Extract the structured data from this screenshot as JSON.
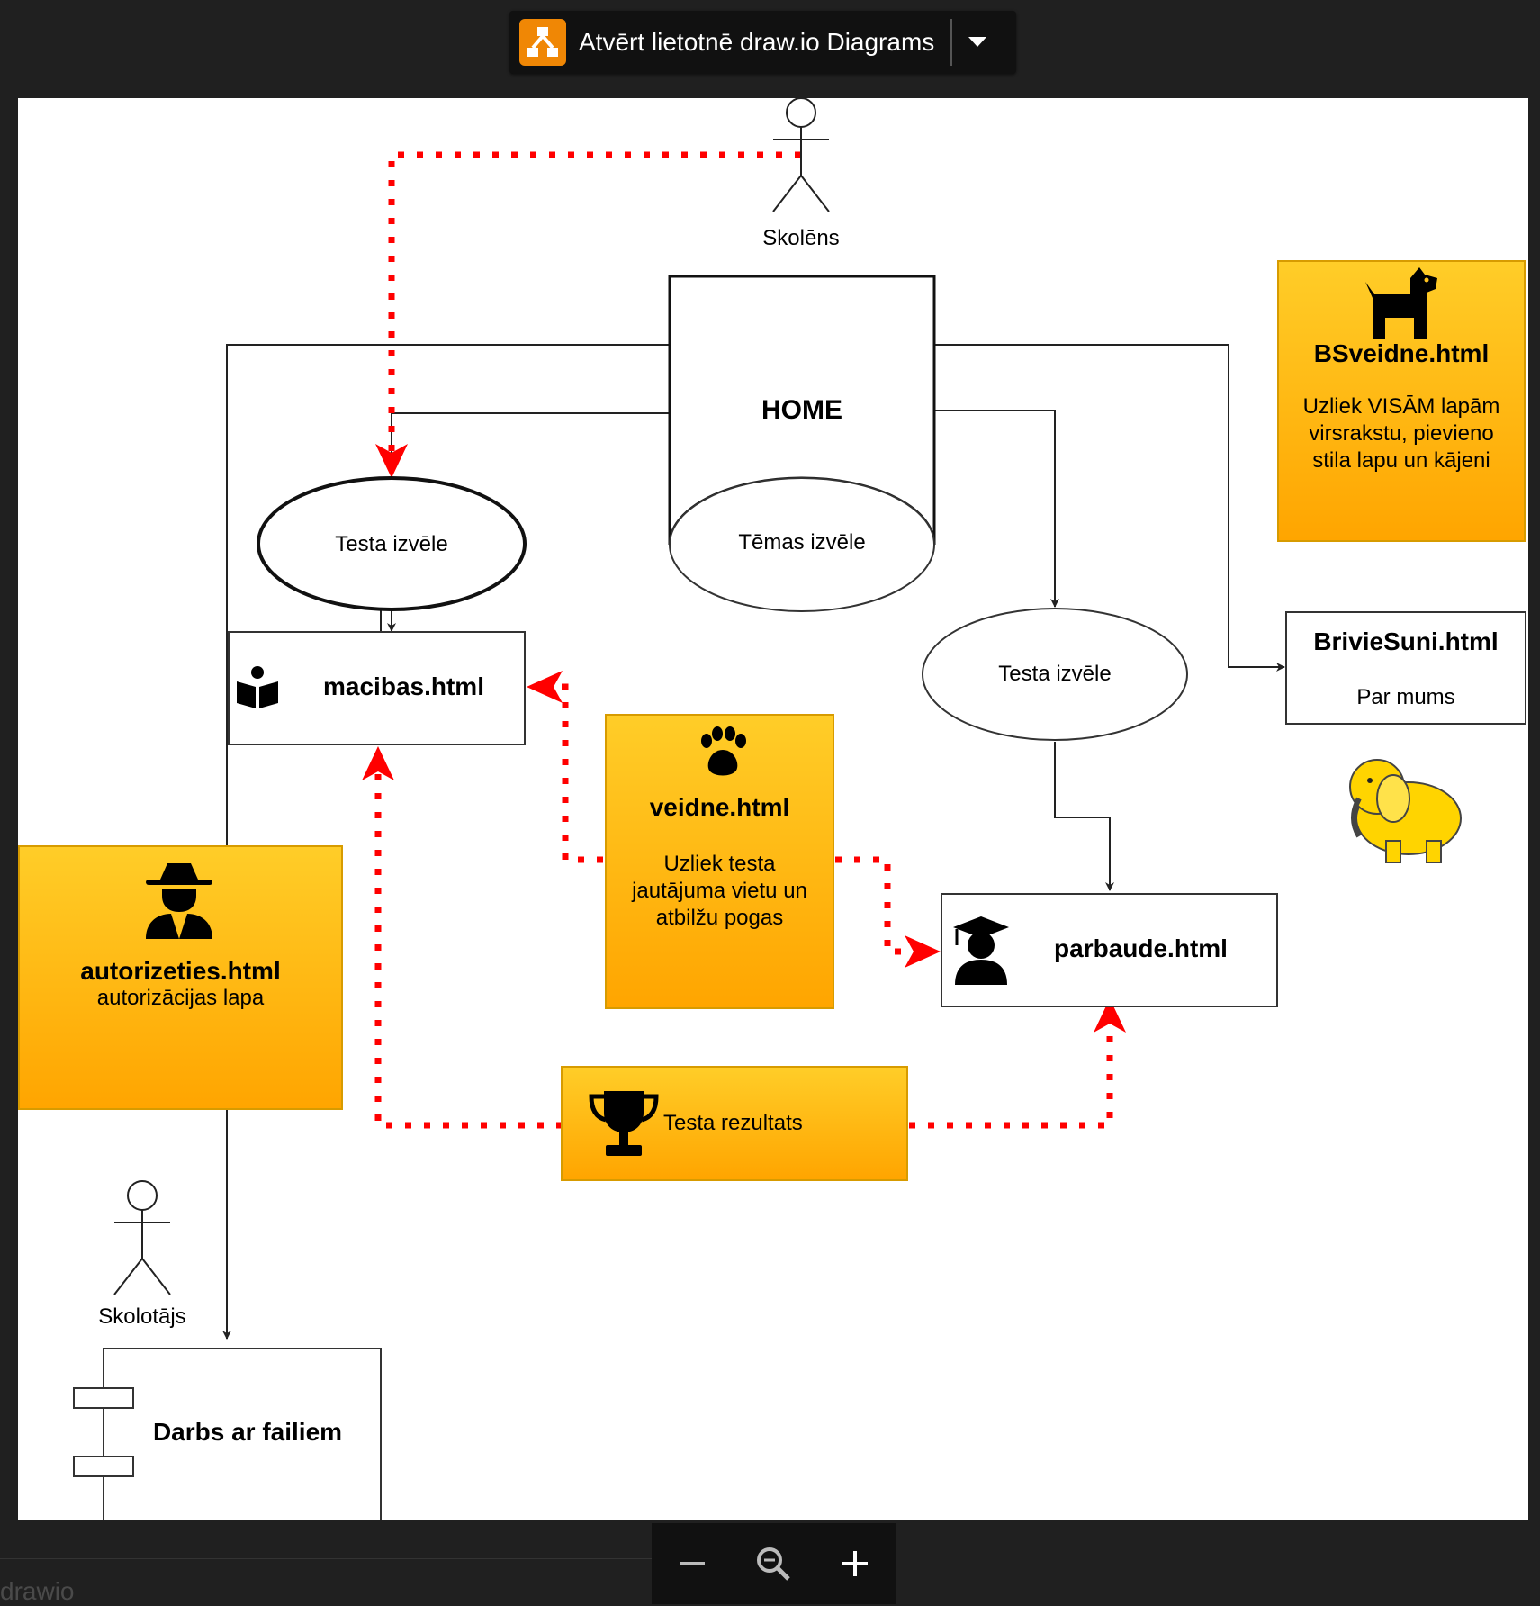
{
  "open_bar": {
    "label": "Atvērt lietotnē draw.io Diagrams",
    "app_icon": "drawio-app-icon",
    "dropdown_icon": "caret-down-icon"
  },
  "background": {
    "bottom_left_text": "drawio"
  },
  "diagram": {
    "actors": {
      "student": "Skolēns",
      "teacher": "Skolotājs"
    },
    "home": {
      "title": "HOME",
      "ellipse": "Tēmas izvēle"
    },
    "test_choice_left": "Testa izvēle",
    "test_choice_right": "Testa izvēle",
    "macibas": {
      "label": "macibas.html",
      "icon": "book-reader-icon"
    },
    "veidne": {
      "title": "veidne.html",
      "text": "Uzliek testa jautājuma vietu un atbilžu pogas",
      "icon": "paw-icon"
    },
    "parbaude": {
      "label": "parbaude.html",
      "icon": "graduate-icon"
    },
    "autorizeties": {
      "title": "autorizeties.html",
      "subtitle": "autorizācijas lapa",
      "icon": "spy-icon"
    },
    "rezultats": {
      "label": "Testa rezultats",
      "icon": "trophy-icon"
    },
    "bsveidne": {
      "title": "BSveidne.html",
      "text": "Uzliek VISĀM lapām virsrakstu, pievieno stila lapu un kājeni",
      "icon": "dog-icon"
    },
    "briviesuni": {
      "title": "BrivieSuni.html",
      "subtitle": "Par mums"
    },
    "elephant_icon": "elephant-icon",
    "darbs": {
      "label": "Darbs ar failiem"
    },
    "colors": {
      "orange_top": "#ffcd28",
      "orange_bottom": "#ffa500",
      "dotted_arrow": "#ff0000",
      "connector": "#222222"
    }
  },
  "zoom_bar": {
    "zoom_out_icon": "minus-icon",
    "zoom_reset_icon": "magnifier-icon",
    "zoom_in_icon": "plus-icon"
  }
}
